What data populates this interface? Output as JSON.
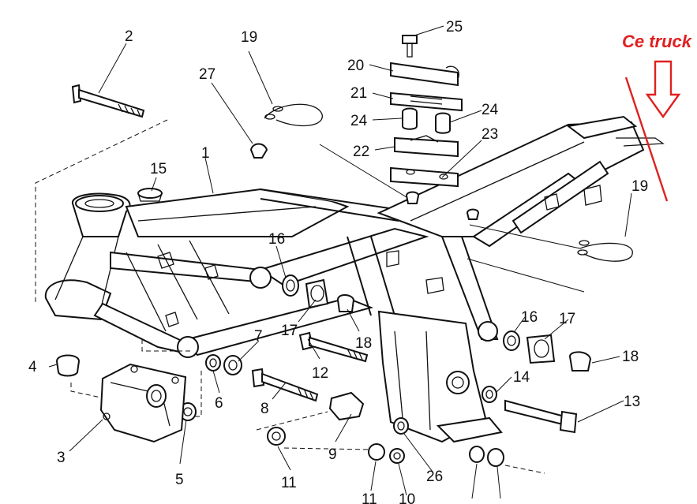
{
  "annotation": {
    "text": "Ce truck",
    "color": "#e02020"
  },
  "labels": [
    "1",
    "2",
    "3",
    "4",
    "5",
    "6",
    "7",
    "8",
    "9",
    "10",
    "11",
    "11",
    "12",
    "13",
    "14",
    "15",
    "16",
    "16",
    "17",
    "17",
    "18",
    "18",
    "19",
    "19",
    "20",
    "21",
    "22",
    "23",
    "24",
    "24",
    "25",
    "26",
    "27"
  ]
}
